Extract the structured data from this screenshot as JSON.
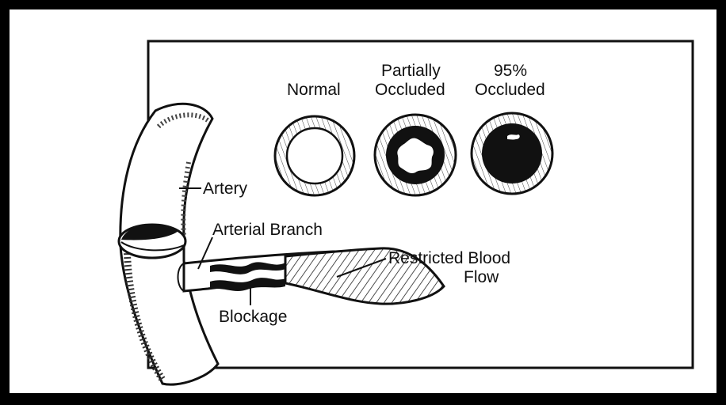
{
  "diagram": {
    "cross_sections": [
      {
        "id": "normal",
        "label_lines": [
          "Normal"
        ]
      },
      {
        "id": "partial",
        "label_lines": [
          "Partially",
          "Occluded"
        ]
      },
      {
        "id": "ninety_five",
        "label_lines": [
          "95%",
          "Occluded"
        ]
      }
    ],
    "labels": {
      "artery": "Artery",
      "arterial_branch": "Arterial Branch",
      "restricted_line1": "Restricted Blood",
      "restricted_line2": "Flow",
      "blockage": "Blockage"
    }
  }
}
